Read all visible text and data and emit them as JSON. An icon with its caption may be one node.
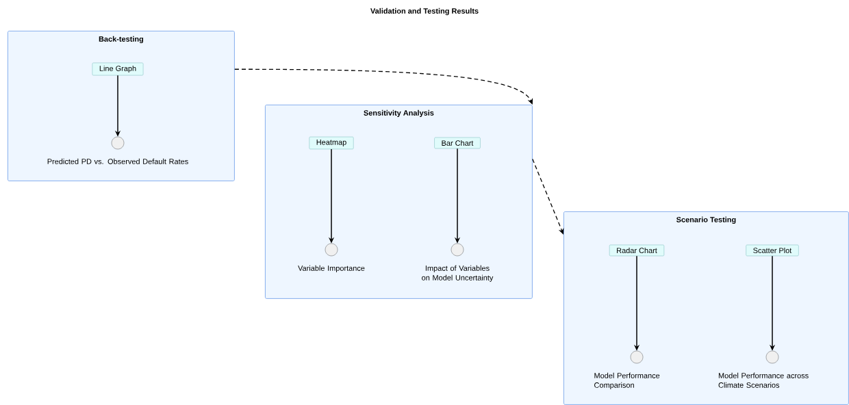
{
  "diagram": {
    "title": "Validation and Testing Results",
    "nodes": [
      {
        "text": [
          "Back-testing"
        ]
      },
      {
        "text": [
          "Line Graph"
        ],
        "in": 0
      },
      {
        "text": [],
        "shape": "circle",
        "in": 0,
        "beside": [
          "Predicted PD vs. Observed Default Rates"
        ]
      },
      {
        "text": [
          "Sensitivity Analysis"
        ]
      },
      {
        "text": [
          "Heatmap"
        ],
        "in": 3
      },
      {
        "text": [
          "Bar Chart"
        ],
        "in": 3
      },
      {
        "text": [],
        "shape": "circle",
        "in": 3,
        "beside": [
          "Variable Importance"
        ]
      },
      {
        "text": [],
        "shape": "circle",
        "in": 3,
        "beside": [
          "Impact of Variables on Model Uncertainty"
        ]
      },
      {
        "text": [
          "Scenario Testing"
        ]
      },
      {
        "text": [
          "Radar Chart"
        ],
        "in": 8
      },
      {
        "text": [
          "Scatter Plot"
        ],
        "in": 8
      },
      {
        "text": [],
        "shape": "circle",
        "in": 8,
        "beside": [
          "Model Performance Comparison"
        ]
      },
      {
        "text": [],
        "shape": "circle",
        "in": 8,
        "beside": [
          "Model Performance across Climate Scenarios"
        ]
      }
    ],
    "edges": [
      {
        "from": 0,
        "to": 3,
        "arrow": "to",
        "style": "dashed"
      },
      {
        "from": 1,
        "to": 2,
        "arrow": "to"
      },
      {
        "from": 3,
        "to": 8,
        "arrow": "to",
        "style": "dashed"
      },
      {
        "from": 4,
        "to": 6,
        "arrow": "to"
      },
      {
        "from": 5,
        "to": 7,
        "arrow": "to"
      },
      {
        "from": 9,
        "to": 11,
        "arrow": "to"
      },
      {
        "from": 10,
        "to": 12,
        "arrow": "to"
      }
    ]
  }
}
